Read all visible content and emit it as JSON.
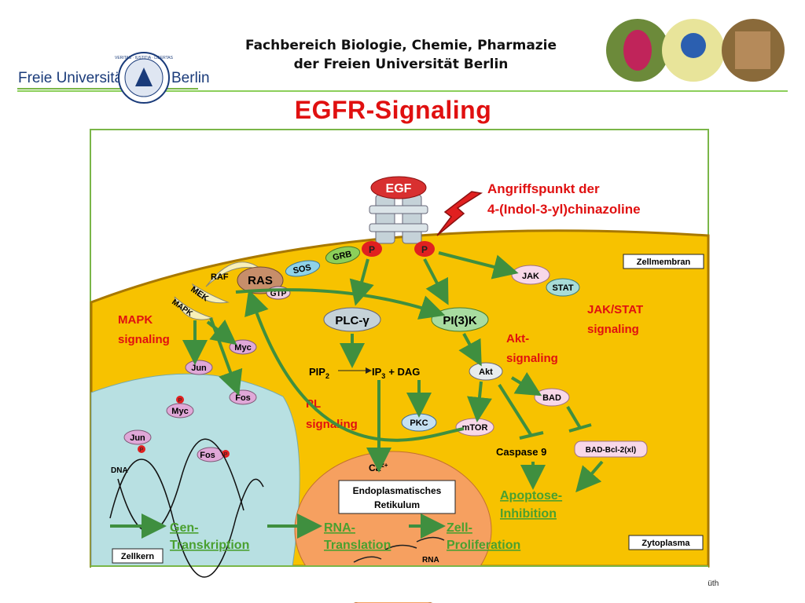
{
  "header": {
    "department_line1": "Fachbereich Biologie, Chemie, Pharmazie",
    "department_line2": "der Freien Universität Berlin",
    "title": "EGFR-Signaling",
    "university_left": "Freie Universität",
    "university_right": "Berlin",
    "seal_text": "VERITAS · IUSTITIA · LIBERTAS"
  },
  "footer": {
    "author": "Anja Lüth"
  },
  "diagram": {
    "ligand": "EGF",
    "phospho_p": "P",
    "target_line1": "Angriffspunkt der",
    "target_line2": "4-(Indol-3-yl)chinazoline",
    "membrane_label": "Zellmembran",
    "cytoplasm_label": "Zytoplasma",
    "nucleus_label": "Zellkern",
    "dna_label": "DNA",
    "grb": "GRB",
    "sos": "SOS",
    "raf": "RAF",
    "ras": "RAS",
    "gtp": "GTP",
    "mek": "MEK",
    "mapk": "MAPK",
    "myc": "Myc",
    "jun": "Jun",
    "fos": "Fos",
    "plc": "PLC-γ",
    "pi3k": "PI(3)K",
    "jak": "JAK",
    "stat": "STAT",
    "akt": "Akt",
    "bad": "BAD",
    "mtor": "mTOR",
    "pkc": "PKC",
    "caspase": "Caspase 9",
    "bad_bcl": "BAD-Bcl-2(xl)",
    "pip2": "PIP",
    "pip2_sub": "2",
    "ip3": "IP",
    "ip3_sub": "3",
    "dag": "+ DAG",
    "ca": "Ca",
    "ca_sup": "2+",
    "er_line1": "Endoplasmatisches",
    "er_line2": "Retikulum",
    "rna": "RNA",
    "mapk_sig1": "MAPK",
    "mapk_sig2": "signaling",
    "pl_sig1": "PL",
    "pl_sig2": "signaling",
    "akt_sig1": "Akt-",
    "akt_sig2": "signaling",
    "jak_sig1": "JAK/STAT",
    "jak_sig2": "signaling",
    "apoptose1": "Apoptose-",
    "apoptose2": "Inhibition",
    "gen1": "Gen-",
    "gen2": "Transkription",
    "rnat1": "RNA-",
    "rnat2": "Translation",
    "zell1": "Zell-",
    "zell2": "Proliferation"
  }
}
